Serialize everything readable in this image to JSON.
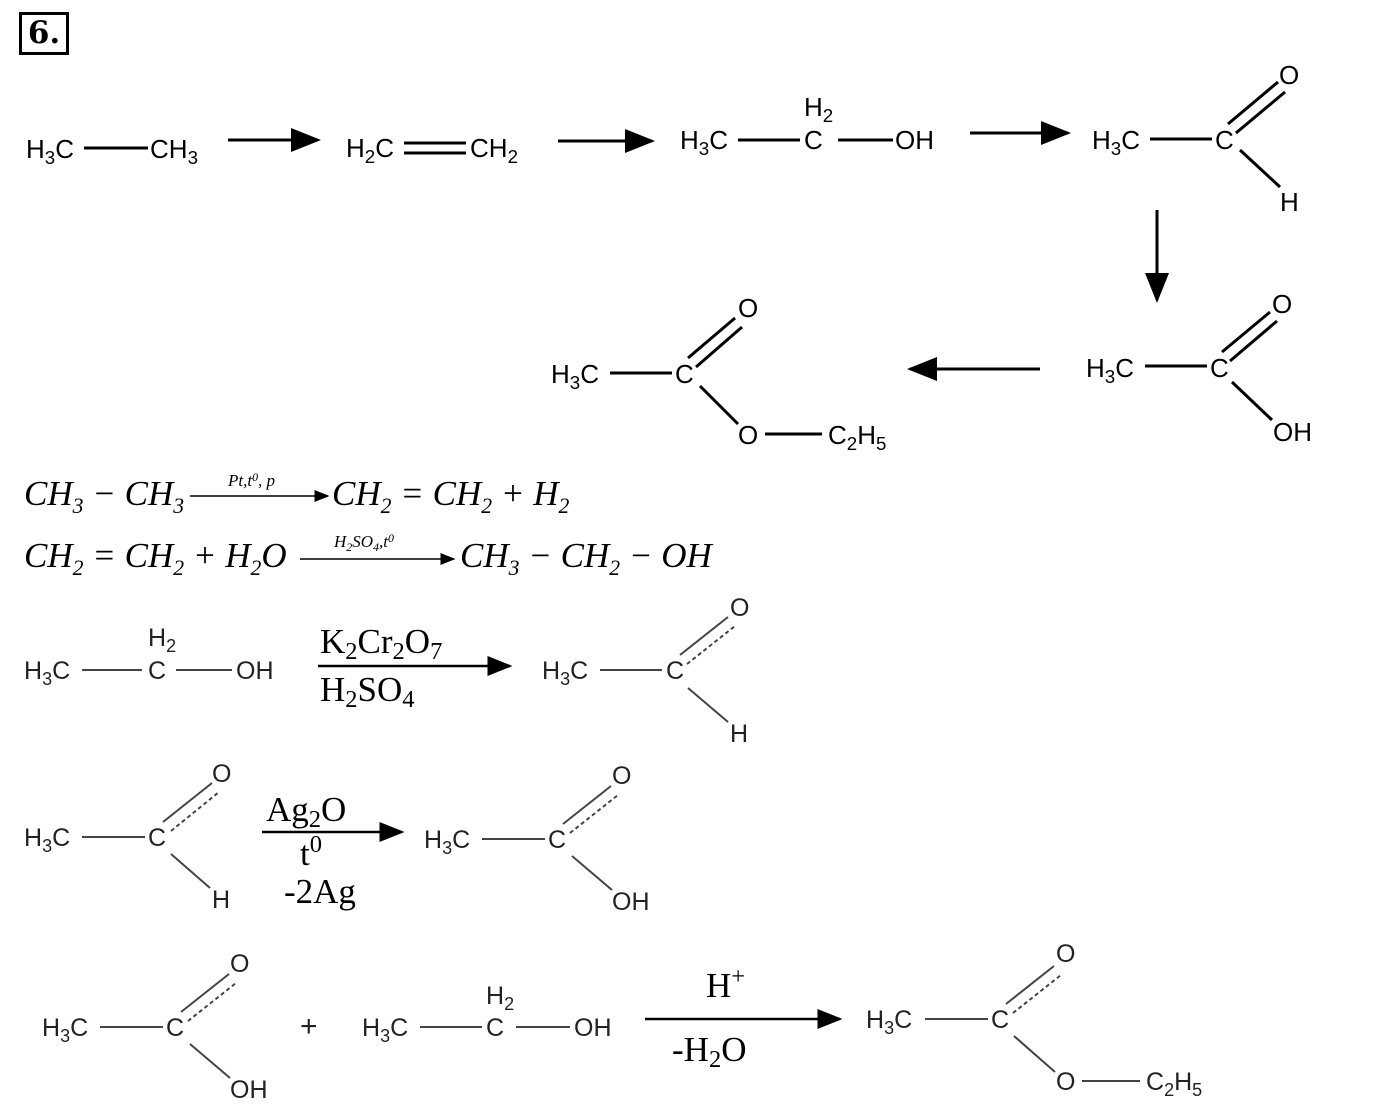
{
  "problem_number": "6.",
  "scheme": {
    "ethane": {
      "left": "H",
      "left_sub": "3",
      "left_c": "C",
      "right": "CH",
      "right_sub": "3"
    },
    "ethylene": {
      "left": "H",
      "left_sub": "2",
      "left_c": "C",
      "right": "CH",
      "right_sub": "2"
    },
    "ethanol": {
      "h3c": "H",
      "h3c_sub": "3",
      "h3c_c": "C",
      "h2": "H",
      "h2_sub": "2",
      "c": "C",
      "oh": "OH"
    },
    "acetaldehyde": {
      "h3c": "H",
      "h3c_sub": "3",
      "h3c_c": "C",
      "c": "C",
      "o": "O",
      "h": "H"
    },
    "acetic_acid": {
      "h3c": "H",
      "h3c_sub": "3",
      "h3c_c": "C",
      "c": "C",
      "o": "O",
      "oh": "OH"
    },
    "ethyl_acetate": {
      "h3c": "H",
      "h3c_sub": "3",
      "h3c_c": "C",
      "c": "C",
      "o_top": "O",
      "o": "O",
      "c2h5": "C",
      "c2h5_sub1": "2",
      "c2h5_h": "H",
      "c2h5_sub2": "5"
    }
  },
  "equations": {
    "eq1": {
      "a": "CH",
      "a_sub": "3",
      "dash": " − ",
      "b": "CH",
      "b_sub": "3",
      "cond": "Pt,t",
      "cond_sup": "0",
      "cond_tail": ", p",
      "c": "CH",
      "c_sub": "2",
      "eqs": " = ",
      "d": "CH",
      "d_sub": "2",
      "plus": " + ",
      "e": "H",
      "e_sub": "2"
    },
    "eq2": {
      "a": "CH",
      "a_sub": "2",
      "eqs": " = ",
      "b": "CH",
      "b_sub": "2",
      "plus": " + ",
      "c": "H",
      "c_sub": "2",
      "c_tail": "O",
      "cond": "H",
      "cond_sub1": "2",
      "cond_mid": "SO",
      "cond_sub2": "4",
      "cond_tail": ",t",
      "cond_sup": "0",
      "d": "CH",
      "d_sub": "3",
      "dash1": " − ",
      "e": "CH",
      "e_sub": "2",
      "dash2": " − ",
      "f": "OH"
    },
    "eq3": {
      "top": "K",
      "top_sub1": "2",
      "top_mid": "Cr",
      "top_sub2": "2",
      "top_mid2": "O",
      "top_sub3": "7",
      "bottom": "H",
      "bottom_sub1": "2",
      "bottom_mid": "SO",
      "bottom_sub2": "4"
    },
    "eq4": {
      "top": "Ag",
      "top_sub": "2",
      "top_tail": "O",
      "mid": "t",
      "mid_sup": "0",
      "bottom": "-2Ag"
    },
    "eq5": {
      "plus": "+",
      "top": "H",
      "top_sup": "+",
      "bottom": "-H",
      "bottom_sub": "2",
      "bottom_tail": "O"
    }
  }
}
